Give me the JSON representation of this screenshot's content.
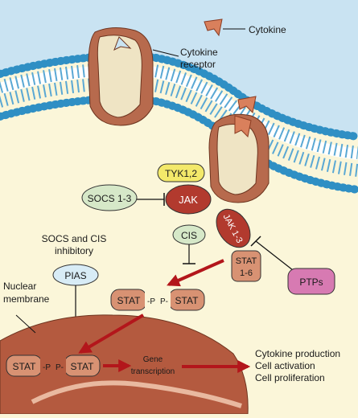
{
  "labels": {
    "cytokine": "Cytokine",
    "cytokine_receptor_line1": "Cytokine",
    "cytokine_receptor_line2": "receptor",
    "tyk": "TYK1,2",
    "jak": "JAK",
    "jak13": "JAK 1-3",
    "socs": "SOCS 1-3",
    "cis": "CIS",
    "socs_cis_line1": "SOCS and CIS",
    "socs_cis_line2": "inhibitory",
    "pias": "PIAS",
    "stat16_line1": "STAT",
    "stat16_line2": "1-6",
    "ptps": "PTPs",
    "nuclear_line1": "Nuclear",
    "nuclear_line2": "membrane",
    "stat": "STAT",
    "p_left": "-P",
    "p_right": "P-",
    "gene_line1": "Gene",
    "gene_line2": "transcription",
    "outcome1": "Cytokine production",
    "outcome2": "Cell activation",
    "outcome3": "Cell proliferation"
  },
  "colors": {
    "extracellular": "#c9e3f2",
    "cytoplasm": "#fbf6d9",
    "membrane_head": "#2f8fc4",
    "receptor_body": "#efe4c4",
    "receptor_outer": "#b76a4d",
    "jak": "#b23a2e",
    "tyk": "#f3e96a",
    "socs": "#d6e8c8",
    "cis": "#d6e8c8",
    "pias": "#d8ecf6",
    "stat": "#d89273",
    "ptps": "#d77ab2",
    "nucleus": "#b45a3f",
    "arrow": "#b3161b"
  }
}
